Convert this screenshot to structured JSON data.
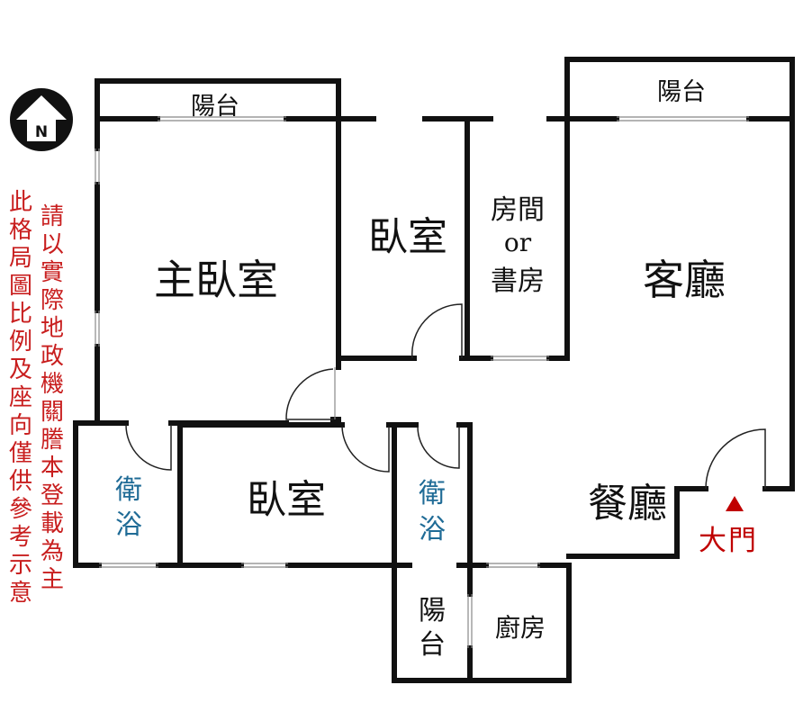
{
  "compass": {
    "letter": "N",
    "icon": "north-arrow-icon"
  },
  "rooms": {
    "balcony_master": "陽台",
    "balcony_living": "陽台",
    "balcony_service": "陽台",
    "master_bedroom": "主臥室",
    "bedroom_north": "臥室",
    "bedroom_south": "臥室",
    "study_line1": "房間",
    "study_line2": "or",
    "study_line3": "書房",
    "living_room": "客廳",
    "dining_room": "餐廳",
    "kitchen": "廚房",
    "bathroom_1_line1": "衛",
    "bathroom_1_line2": "浴",
    "bathroom_2_line1": "衛",
    "bathroom_2_line2": "浴"
  },
  "entrance": {
    "label": "大門"
  },
  "notes": {
    "left": [
      "此",
      "格",
      "局",
      "圖",
      "比",
      "例",
      "及",
      "座",
      "向",
      "僅",
      "供",
      "參",
      "考",
      "示",
      "意"
    ],
    "right": [
      "請",
      "以",
      "實",
      "際",
      "地",
      "政",
      "機",
      "關",
      "謄",
      "本",
      "登",
      "載",
      "為",
      "主"
    ]
  },
  "colors": {
    "wall": "#111111",
    "note_text": "#c81e1e",
    "bath_text": "#1f6b96",
    "entrance_marker": "#c00000"
  }
}
